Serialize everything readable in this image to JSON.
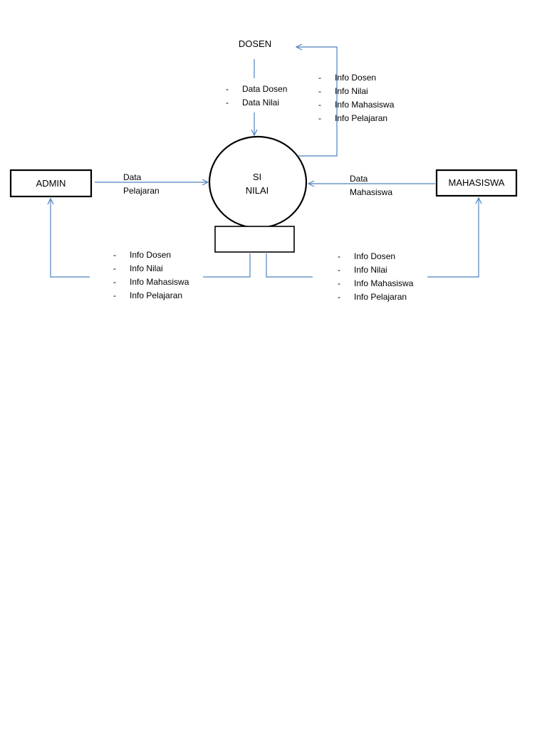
{
  "entities": {
    "admin": "ADMIN",
    "dosen": "DOSEN",
    "mahasiswa": "MAHASISWA"
  },
  "process": {
    "line1": "SI",
    "line2": "NILAI"
  },
  "flows": {
    "admin_to_process": {
      "line1": "Data",
      "line2": "Pelajaran"
    },
    "mahasiswa_to_process": {
      "line1": "Data",
      "line2": "Mahasiswa"
    },
    "dosen_to_process": {
      "items": [
        "Data Dosen",
        "Data Nilai"
      ]
    },
    "process_to_dosen": {
      "items": [
        "Info Dosen",
        "Info Nilai",
        "Info Mahasiswa",
        "Info Pelajaran"
      ]
    },
    "store_to_admin": {
      "items": [
        "Info Dosen",
        "Info Nilai",
        "Info Mahasiswa",
        "Info Pelajaran"
      ]
    },
    "store_to_mahasiswa": {
      "items": [
        "Info Dosen",
        "Info Nilai",
        "Info Mahasiswa",
        "Info Pelajaran"
      ]
    }
  },
  "colors": {
    "flow_line": "#4f81bd",
    "outline": "#000000"
  }
}
